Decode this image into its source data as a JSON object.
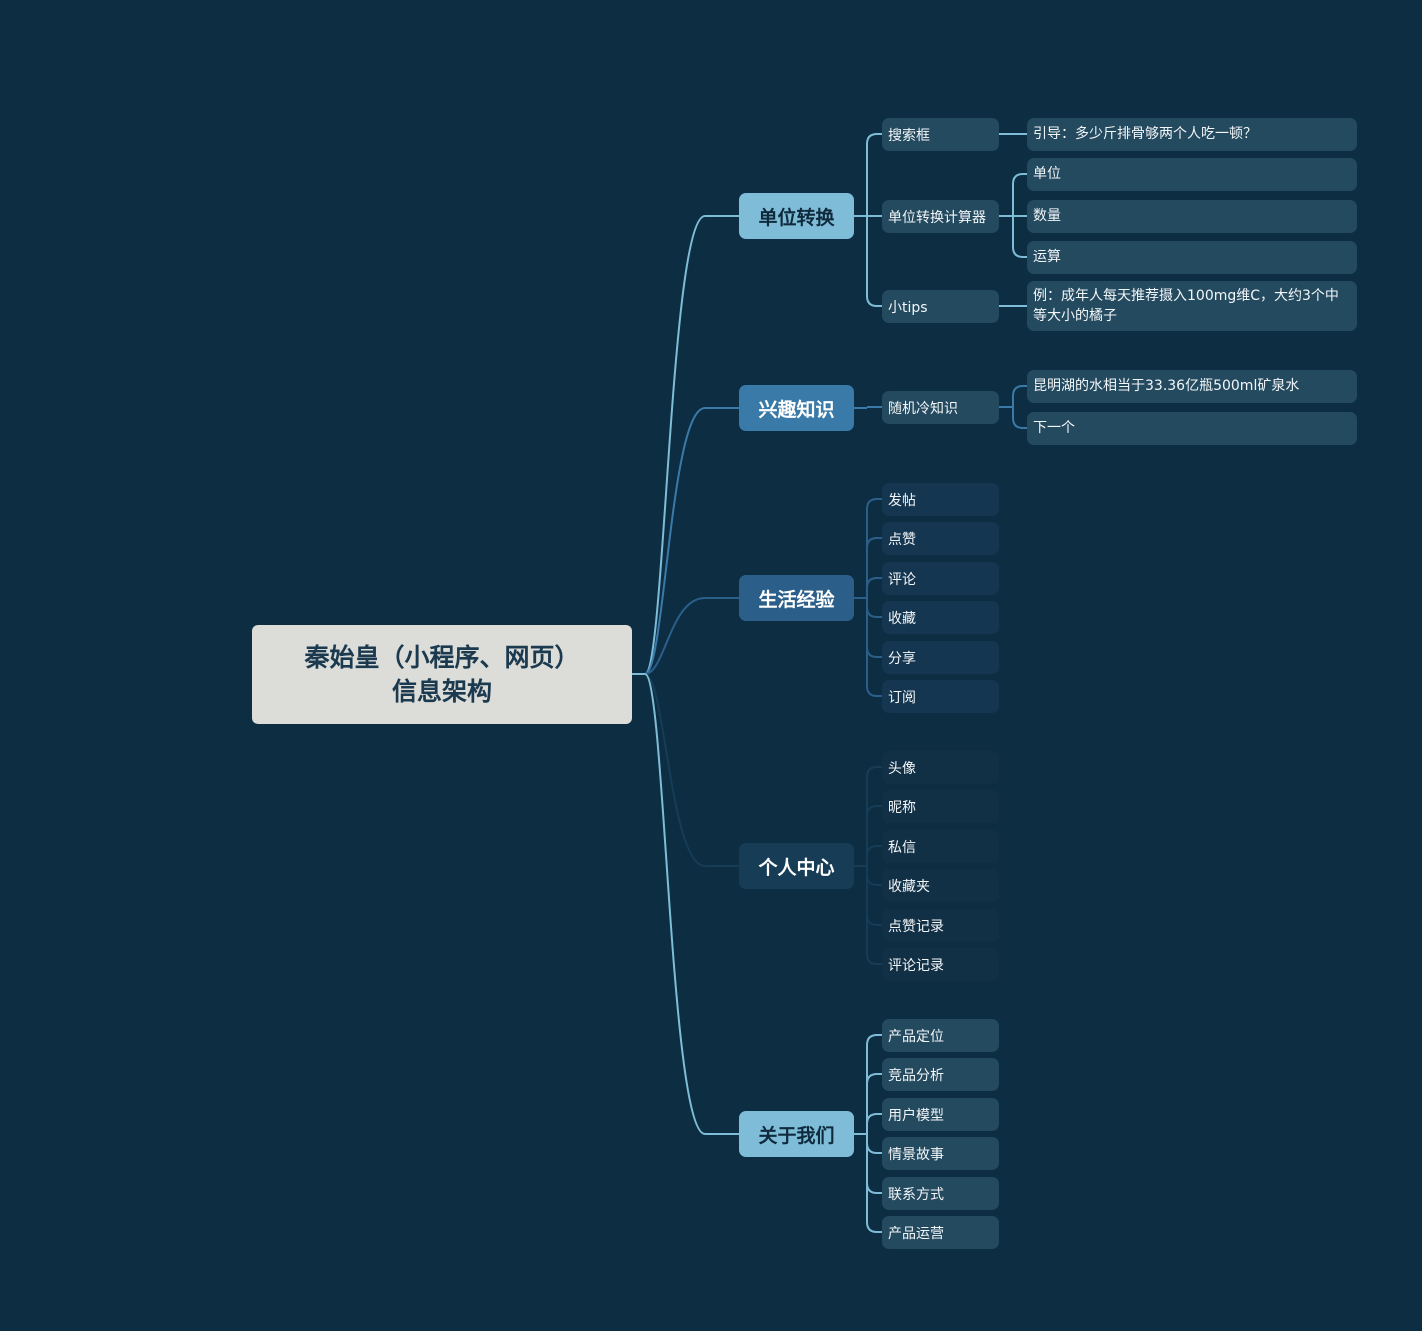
{
  "root": {
    "line1": "秦始皇（小程序、网页）",
    "line2": "信息架构"
  },
  "colors": {
    "background": "#0c2d42",
    "root_bg": "#dcdcd8",
    "light_branch": "#7ebcd7",
    "mid_branch": "#3a7aa8",
    "deep_branch": "#2b5f8a",
    "dark_branch": "#163c56",
    "light_node": "#244a5f",
    "dark_node": "#153650",
    "darker_node": "#112f45"
  },
  "branches": [
    {
      "label": "单位转换",
      "style": "light",
      "children": [
        {
          "label": "搜索框",
          "children": [
            "引导：多少斤排骨够两个人吃一顿？"
          ]
        },
        {
          "label": "单位转换计算器",
          "children": [
            "单位",
            "数量",
            "运算"
          ]
        },
        {
          "label": "小tips",
          "children": [
            "例：成年人每天推荐摄入100mg维C，大约3个中等大小的橘子"
          ]
        }
      ]
    },
    {
      "label": "兴趣知识",
      "style": "mid",
      "children": [
        {
          "label": "随机冷知识",
          "children": [
            "昆明湖的水相当于33.36亿瓶500ml矿泉水",
            "下一个"
          ]
        }
      ]
    },
    {
      "label": "生活经验",
      "style": "deep",
      "children": [
        {
          "label": "发帖"
        },
        {
          "label": "点赞"
        },
        {
          "label": "评论"
        },
        {
          "label": "收藏"
        },
        {
          "label": "分享"
        },
        {
          "label": "订阅"
        }
      ]
    },
    {
      "label": "个人中心",
      "style": "dark",
      "children": [
        {
          "label": "头像"
        },
        {
          "label": "昵称"
        },
        {
          "label": "私信"
        },
        {
          "label": "收藏夹"
        },
        {
          "label": "点赞记录"
        },
        {
          "label": "评论记录"
        }
      ]
    },
    {
      "label": "关于我们",
      "style": "light",
      "children": [
        {
          "label": "产品定位"
        },
        {
          "label": "竞品分析"
        },
        {
          "label": "用户模型"
        },
        {
          "label": "情景故事"
        },
        {
          "label": "联系方式"
        },
        {
          "label": "产品运营"
        }
      ]
    }
  ]
}
